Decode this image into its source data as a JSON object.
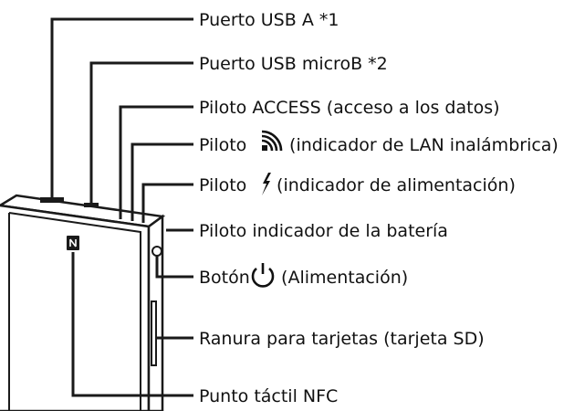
{
  "labels": {
    "usb_a": "Puerto USB A *1",
    "usb_microb": "Puerto USB microB *2",
    "access": "Piloto ACCESS (acceso a los datos)",
    "wlan_prefix": "Piloto ",
    "wlan_suffix": " (indicador de LAN inalámbrica)",
    "power_led_prefix": "Piloto ",
    "power_led_suffix": " (indicador de alimentación)",
    "battery": "Piloto indicador de la batería",
    "power_button_prefix": "Botón ",
    "power_button_suffix": " (Alimentación)",
    "sd_slot": "Ranura para tarjetas (tarjeta SD)",
    "nfc": "Punto táctil NFC"
  },
  "icons": {
    "wlan": "wireless-lan-icon",
    "power_led": "lightning-bolt-icon",
    "power_button": "power-icon",
    "nfc": "nfc-n-mark-icon"
  },
  "colors": {
    "ink": "#1a1a1a",
    "background": "#ffffff"
  }
}
